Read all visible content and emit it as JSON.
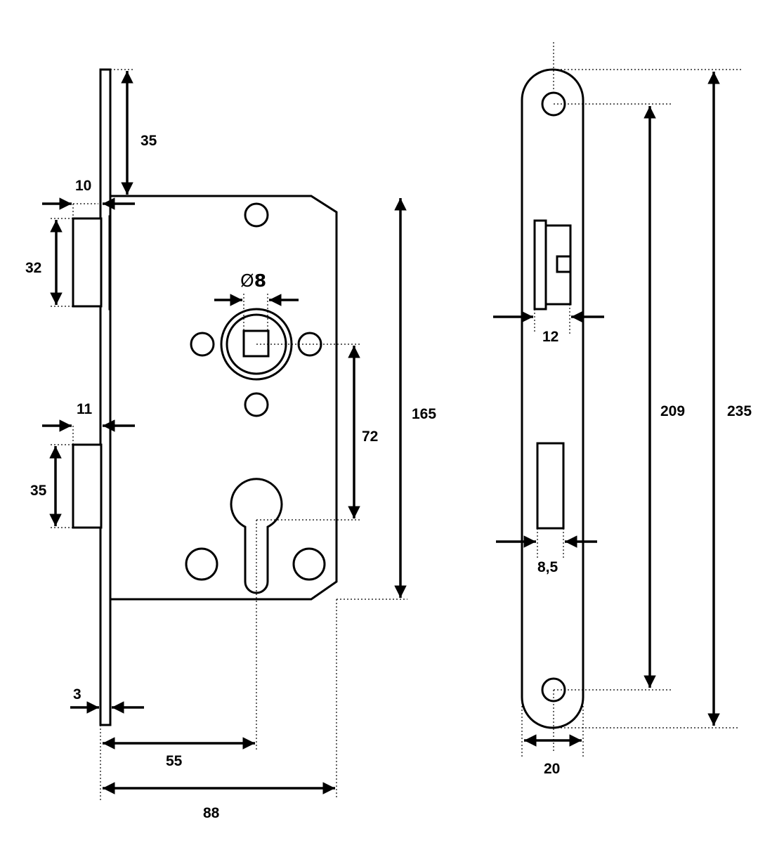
{
  "lock_body": {
    "backset_diameter_label": "8",
    "backset_diameter_symbol": "Ø"
  },
  "dimensions": {
    "top_offset": "35",
    "latch_projection": "10",
    "latch_height": "32",
    "deadbolt_projection": "11",
    "deadbolt_height": "35",
    "faceplate_thickness": "3",
    "backset": "55",
    "body_width": "88",
    "spindle_to_cylinder": "72",
    "body_height": "165",
    "latch_slot_width": "12",
    "bolt_slot_width": "8,5",
    "screw_spacing": "209",
    "faceplate_height": "235",
    "faceplate_width": "20"
  }
}
